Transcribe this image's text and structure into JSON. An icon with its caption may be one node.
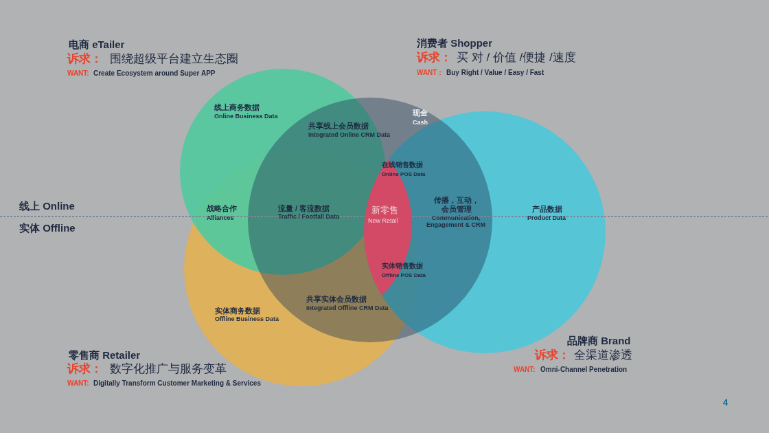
{
  "diagram": {
    "nodes": [
      {
        "text": [],
        "shape": "circle"
      },
      {
        "text": [],
        "shape": "circle"
      },
      {
        "text": [],
        "shape": "circle"
      },
      {
        "text": [],
        "shape": "circle"
      }
    ],
    "labels": [
      "电商 eTailer",
      "诉求：",
      "围绕超级平台建立生态圈",
      "WANT:",
      "Create Ecosystem around Super APP",
      "消费者 Shopper",
      "诉求：",
      "买 对 / 价值 /便捷 /速度",
      "WANT：",
      "Buy Right / Value / Easy / Fast",
      "线上商务数据",
      "Online Business Data",
      "现金",
      "Cash",
      "共享线上会员数据",
      "Integrated Online CRM Data",
      "在线销售数据",
      "Online POS Data",
      "线上 Online",
      "战略合作",
      "Alliances",
      "流量 / 客流数据",
      "Traffic / Footfall Data",
      "新零售",
      "New Retail",
      "传播，互动，会员管理",
      "Communication, Engagement & CRM",
      "产品数据",
      "Product Data",
      "实体 Offline",
      "实体销售数据",
      "Offline POS Data",
      "共享实体会员数据",
      "Integrated Offline CRM Data",
      "实体商务数据",
      "Offline Business Data",
      "品牌商 Brand",
      "诉求：",
      "全渠道渗透",
      "WANT:",
      "Omni-Channel Penetration",
      "零售商 Retailer",
      "诉求：",
      "数字化推广与服务变革",
      "WANT:",
      "Digitally Transform Customer Marketing & Services",
      "4"
    ]
  }
}
